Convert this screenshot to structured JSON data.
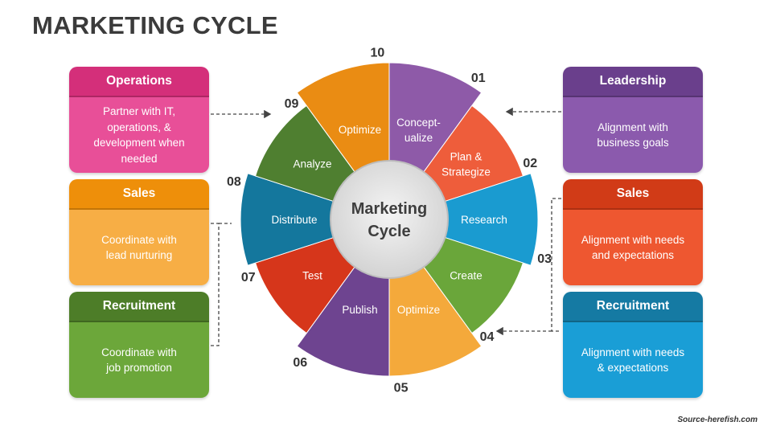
{
  "title": "MARKETING CYCLE",
  "center_label_line1": "Marketing",
  "center_label_line2": "Cycle",
  "segments": [
    {
      "num": "01",
      "label_line1": "Concept-",
      "label_line2": "ualize",
      "color": "#8e5aa8"
    },
    {
      "num": "02",
      "label_line1": "Plan &",
      "label_line2": "Strategize",
      "color": "#ee5d3b"
    },
    {
      "num": "03",
      "label_line1": "Research",
      "label_line2": "",
      "color": "#1a9bd0"
    },
    {
      "num": "04",
      "label_line1": "Create",
      "label_line2": "",
      "color": "#6aa63a"
    },
    {
      "num": "05",
      "label_line1": "Optimize",
      "label_line2": "",
      "color": "#f4a93b"
    },
    {
      "num": "06",
      "label_line1": "Publish",
      "label_line2": "",
      "color": "#6e4490"
    },
    {
      "num": "07",
      "label_line1": "Test",
      "label_line2": "",
      "color": "#d6361b"
    },
    {
      "num": "08",
      "label_line1": "Distribute",
      "label_line2": "",
      "color": "#14779d"
    },
    {
      "num": "09",
      "label_line1": "Analyze",
      "label_line2": "",
      "color": "#4f7f30"
    },
    {
      "num": "10",
      "label_line1": "Optimize",
      "label_line2": "",
      "color": "#ea8c13"
    }
  ],
  "left_cards": [
    {
      "title": "Operations",
      "text": "Partner with IT,\noperations, &\ndevelopment when\nneeded",
      "head_color": "#d42f7a",
      "body_color": "#e84f98"
    },
    {
      "title": "Sales",
      "text": "Coordinate with\nlead nurturing",
      "head_color": "#ee8f0a",
      "body_color": "#f7ae45"
    },
    {
      "title": "Recruitment",
      "text": "Coordinate with\njob promotion",
      "head_color": "#4d7d28",
      "body_color": "#6ca73a"
    }
  ],
  "right_cards": [
    {
      "title": "Leadership",
      "text": "Alignment with\nbusiness goals",
      "head_color": "#6a3f8c",
      "body_color": "#8b5aad"
    },
    {
      "title": "Sales",
      "text": "Alignment with needs\nand expectations",
      "head_color": "#d13b17",
      "body_color": "#ee5730"
    },
    {
      "title": "Recruitment",
      "text": "Alignment with needs\n& expectations",
      "head_color": "#157aa3",
      "body_color": "#1a9ed6"
    }
  ],
  "source": "Source-herefish.com"
}
